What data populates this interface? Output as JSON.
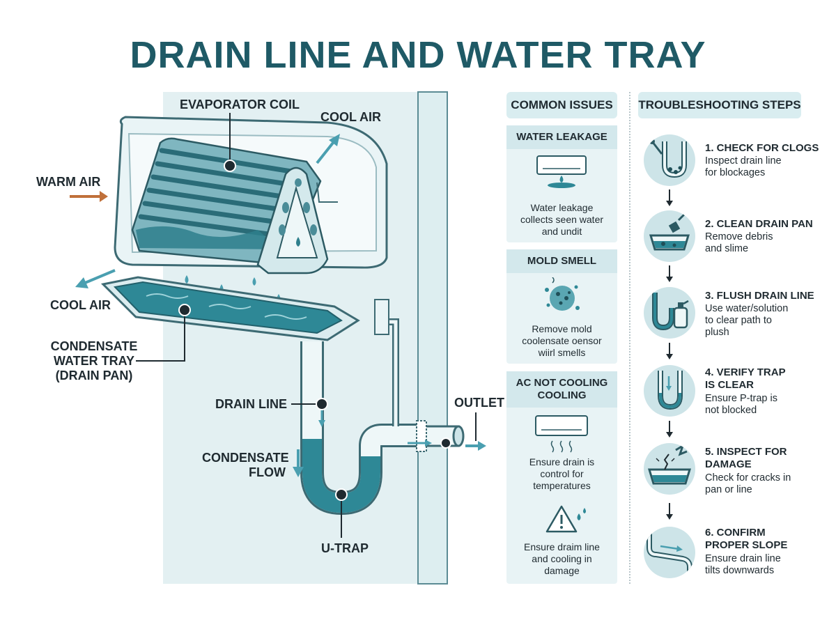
{
  "title": "DRAIN LINE AND WATER TRAY",
  "labels": {
    "evaporator_coil": "EVAPORATOR COIL",
    "cool_air_top": "COOL AIR",
    "warm_air": "WARM AIR",
    "cool_air_left": "COOL AIR",
    "tray": [
      "CONDENSATE",
      "WATER TRAY",
      "(DRAIN PAN)"
    ],
    "drain_line": "DRAIN LINE",
    "condensate_flow": [
      "CONDENSATE",
      "FLOW"
    ],
    "outlet": "OUTLET",
    "u_trap": "U-TRAP"
  },
  "issues": {
    "header": "COMMON ISSUES",
    "items": [
      {
        "title": [
          "WATER LEAKAGE"
        ],
        "desc": [
          "Water leakage",
          "collects seen water",
          "and undit"
        ],
        "icon": "ac-leak-icon"
      },
      {
        "title": [
          "MOLD SMELL"
        ],
        "desc": [
          "Remove mold",
          "coolensate oensor",
          "wiirl smells"
        ],
        "icon": "mold-icon"
      },
      {
        "title": [
          "AC NOT COOLING",
          "COOLING"
        ],
        "desc": [
          "Ensure drain is",
          "control for",
          "temperatures"
        ],
        "desc2": [
          "Ensure draim line",
          "and cooling in",
          "damage"
        ],
        "icon": "ac-unit-icon",
        "icon2": "warning-icon"
      }
    ]
  },
  "steps": {
    "header": "TROUBLESHOOTING STEPS",
    "items": [
      {
        "title": [
          "1. CHECK FOR CLOGS"
        ],
        "desc": [
          "Inspect drain line",
          "for blockages"
        ],
        "icon": "clog-icon"
      },
      {
        "title": [
          "2. CLEAN DRAIN PAN"
        ],
        "desc": [
          "Remove debris",
          "and slime"
        ],
        "icon": "pan-clean-icon"
      },
      {
        "title": [
          "3. FLUSH DRAIN LINE"
        ],
        "desc": [
          "Use water/solution",
          "to clear path to",
          "plush"
        ],
        "icon": "flush-icon"
      },
      {
        "title": [
          "4. VERIFY TRAP",
          "IS CLEAR"
        ],
        "desc": [
          "Ensure P-trap is",
          "not blocked"
        ],
        "icon": "trap-icon"
      },
      {
        "title": [
          "5. INSPECT FOR",
          "DAMAGE"
        ],
        "desc": [
          "Check for cracks in",
          "pan or line"
        ],
        "icon": "damage-icon"
      },
      {
        "title": [
          "6. CONFIRM",
          "PROPER SLOPE"
        ],
        "desc": [
          "Ensure drain line",
          "tilts downwards"
        ],
        "icon": "slope-icon"
      }
    ]
  },
  "colors": {
    "title": "#1f5a66",
    "teal_dark": "#2e7f8c",
    "teal_mid": "#5aa6b2",
    "teal_light": "#cde4e8",
    "panel_bg": "#e3f0f2",
    "warm_arrow": "#c0703a",
    "cool_arrow": "#4a9fb0"
  }
}
